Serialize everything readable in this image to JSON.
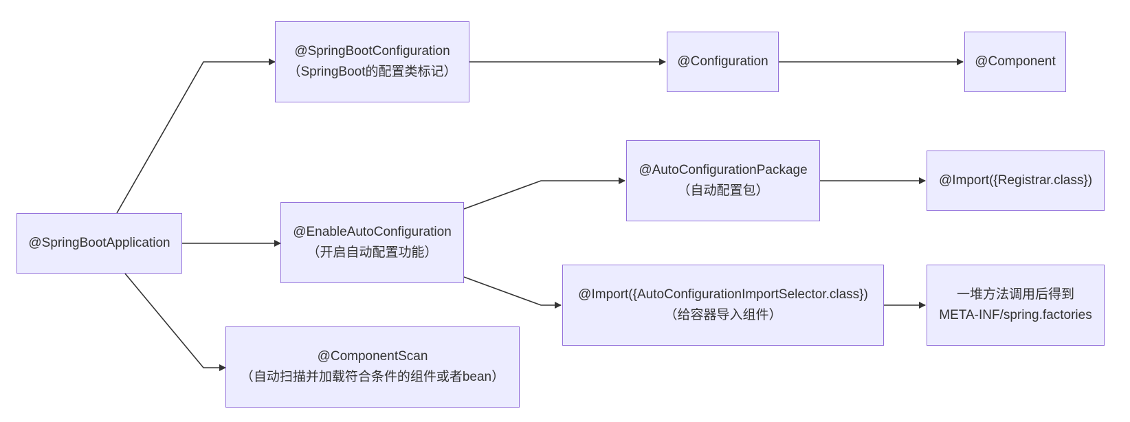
{
  "nodes": {
    "app": {
      "line1": "@SpringBootApplication"
    },
    "sbconf": {
      "line1": "@SpringBootConfiguration",
      "line2": "（SpringBoot的配置类标记）"
    },
    "conf": {
      "line1": "@Configuration"
    },
    "comp": {
      "line1": "@Component"
    },
    "enable": {
      "line1": "@EnableAutoConfiguration",
      "line2": "（开启自动配置功能）"
    },
    "autopkg": {
      "line1": "@AutoConfigurationPackage",
      "line2": "（自动配置包）"
    },
    "registrar": {
      "line1": "@Import({Registrar.class})"
    },
    "importsel": {
      "line1": "@Import({AutoConfigurationImportSelector.class})",
      "line2": "（给容器导入组件）"
    },
    "factories": {
      "line1": "一堆方法调用后得到",
      "line2": "META-INF/spring.factories"
    },
    "scan": {
      "line1": "@ComponentScan",
      "line2": "（自动扫描并加载符合条件的组件或者bean）"
    }
  },
  "colors": {
    "node_fill": "#ececff",
    "node_border": "#9370db",
    "edge": "#333333",
    "text": "#333333"
  }
}
